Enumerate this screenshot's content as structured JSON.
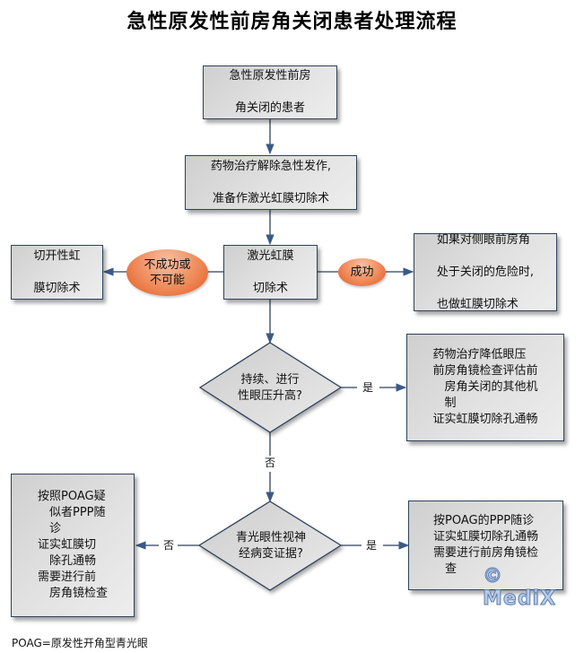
{
  "title": "急性原发性前房角关闭患者处理流程",
  "nodes": {
    "start": {
      "lines": [
        "急性原发性前房",
        "角关闭的患者"
      ]
    },
    "medication": {
      "lines": [
        "药物治疗解除急性发作,",
        "准备作激光虹膜切除术"
      ]
    },
    "laser": {
      "lines": [
        "激光虹膜",
        "切除术"
      ]
    },
    "surgical": {
      "lines": [
        "切开性虹",
        "膜切除术"
      ]
    },
    "fellow_eye": {
      "lines": [
        "如果对侧眼前房角",
        "处于关闭的危险时,",
        "也做虹膜切除术"
      ]
    },
    "decision_iop": {
      "lines": [
        "持续、进行",
        "性眼压升高?"
      ]
    },
    "iop_yes": {
      "lines": [
        {
          "text": "药物治疗降低眼压",
          "indent": false
        },
        {
          "text": "前房角镜检查评估前",
          "indent": false
        },
        {
          "text": "房角关闭的其他机",
          "indent": true
        },
        {
          "text": "制",
          "indent": true
        },
        {
          "text": "证实虹膜切除孔通畅",
          "indent": false
        }
      ]
    },
    "decision_neuropathy": {
      "lines": [
        "青光眼性视神",
        "经病变证据?"
      ]
    },
    "neuropathy_no": {
      "lines": [
        {
          "text": "按照POAG疑",
          "indent": false
        },
        {
          "text": "似者PPP随",
          "indent": true
        },
        {
          "text": "诊",
          "indent": true
        },
        {
          "text": "证实虹膜切",
          "indent": false
        },
        {
          "text": "除孔通畅",
          "indent": true
        },
        {
          "text": "需要进行前",
          "indent": false
        },
        {
          "text": "房角镜检查",
          "indent": true
        }
      ]
    },
    "neuropathy_yes": {
      "lines": [
        {
          "text": "按POAG的PPP随诊",
          "indent": false
        },
        {
          "text": "证实虹膜切除孔通畅",
          "indent": false
        },
        {
          "text": "需要进行前房角镜检",
          "indent": false
        },
        {
          "text": "查",
          "indent": true
        }
      ]
    }
  },
  "ovals": {
    "fail": {
      "lines": [
        "不成功或",
        "不可能"
      ]
    },
    "success": {
      "lines": [
        "成功"
      ]
    }
  },
  "edge_labels": {
    "iop_yes": "是",
    "iop_no": "否",
    "neuropathy_yes": "是",
    "neuropathy_no": "否"
  },
  "footnote": "POAG=原发性开角型青光眼",
  "watermark": "© MediX",
  "colors": {
    "line": "#2f4159",
    "arrow": "#3a5a86",
    "oval": "#e8713c",
    "box_fill": "#dcdcdc"
  }
}
